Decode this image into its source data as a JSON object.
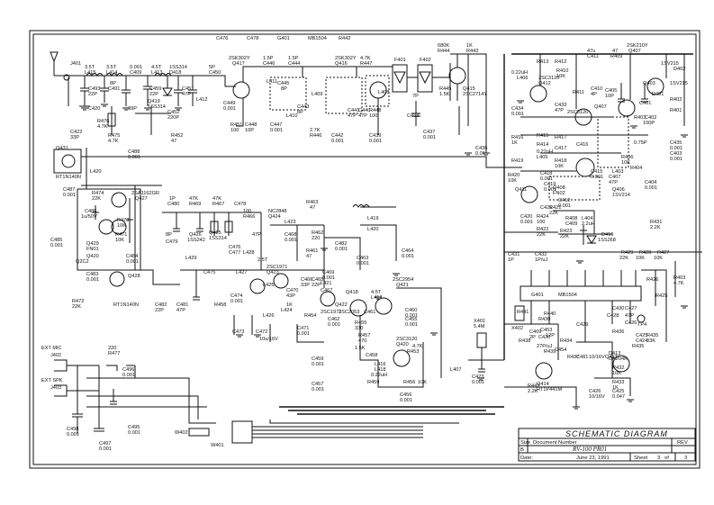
{
  "title_block": {
    "title": "SCHEMATIC DIAGRAM",
    "size_label": "Size",
    "size_value": "B",
    "document_number_label": "Document Number",
    "document_number_value": "RV-100  PR01",
    "rev_label": "REV",
    "date_label": "Date:",
    "date_value": "June 23, 1991",
    "sheet_label": "Sheet",
    "sheet_value": "3",
    "sheet_of": "of",
    "sheet_total": "3"
  },
  "connectors": {
    "ext_mic_label": "EXT MIC",
    "ext_mic_ref": "J402",
    "ext_spk_label": "EXT SPK",
    "ext_spk_ref": "J403",
    "antenna_jack": "J401",
    "w402": "W402",
    "w401": "W401"
  },
  "labels": [
    "J401",
    "3.5T",
    "L415",
    "3.5T",
    "L414",
    "0.001",
    "C409",
    "4.5T",
    "L413",
    "1SS314",
    "D418",
    "5P",
    "C450",
    "2SK302Y",
    "Q417",
    "1.5P",
    "C446",
    "1.5P",
    "C444",
    "2SK302Y",
    "Q416",
    "4.7K",
    "R447",
    "F401",
    "F402",
    "680K",
    "R444",
    "1K",
    "R443",
    "R445",
    "1.5K",
    "Q415",
    "2SC2714Y",
    "C493",
    "22P",
    "8P",
    "C491",
    "C459",
    "22P",
    "C451",
    "47P",
    "L412",
    "C452",
    "220P",
    "C420",
    "39P",
    "R476",
    "4.7K",
    "C422",
    "33P",
    "R475",
    "4.7K",
    "R452",
    "47",
    "C449",
    "0.001",
    "C448",
    "10P",
    "R451",
    "100",
    "C445",
    "8P",
    "C447",
    "0.001",
    "L411",
    "L410",
    "C443",
    "8P",
    "L409",
    "2.7K",
    "R446",
    "C442",
    "0.001",
    "C441",
    "47P",
    "C440",
    "47P",
    "L408",
    "R448",
    "100",
    "C439",
    "0.001",
    "C438",
    "C437",
    "0.001",
    "C436",
    "0.01",
    "7P",
    "Q419",
    "1SS314",
    "Q431",
    "RT1N140N",
    "C488",
    "0.001",
    "L420",
    "C487",
    "0.001",
    "R474",
    "22K",
    "2SA1162GR",
    "Q427",
    "C486",
    "1u/50V",
    "R473",
    "10K",
    "C485",
    "0.001",
    "Q429",
    "FN01",
    "Q420",
    "Q2C2",
    "R471",
    "10K",
    "C484",
    "0.001",
    "C483",
    "0.001",
    "R472",
    "22K",
    "Q428",
    "RT1N140N",
    "C482",
    "22P",
    "C481",
    "47P",
    "1P",
    "C480",
    "47K",
    "R469",
    "47K",
    "R467",
    "C478",
    "C479",
    "8P",
    "Q426",
    "1SS242",
    "Q425",
    "1SS314",
    "L429",
    "C476",
    "C477",
    "L428",
    "100",
    "R466",
    "NC2848",
    "Q424",
    "2SC1971",
    "Q423",
    "2.5T",
    "L423",
    "L419",
    "L420",
    "R462",
    "220",
    "C482",
    "0.001",
    "C468",
    "0.001",
    "C476",
    "C478",
    "47P",
    "C475",
    "L427",
    "L425",
    "L426",
    "C474",
    "0.001",
    "C473",
    "C472",
    "C471",
    "0.001",
    "10u/16V",
    "R463",
    "47",
    "C469",
    "0.001",
    "R461",
    "47",
    "C470",
    "43P",
    "L424",
    "1K",
    "R458",
    "C467",
    "C466",
    "33P",
    "L421",
    "C465",
    "22P",
    "2SC1971",
    "Q422",
    "C464",
    "0.001",
    "C463",
    "0.001",
    "Q418",
    "2SC2053",
    "C462",
    "0.001",
    "Q421",
    "2SC2954",
    "4.5T",
    "L417",
    "C461",
    "C460",
    "0.001",
    "R454",
    "R455",
    "330",
    "R457",
    "470",
    "1.5K",
    "C458",
    "2SC3120",
    "Q420",
    "R453",
    "4.7K",
    "C459",
    "0.001",
    "C457",
    "0.001",
    "L416",
    "L418",
    "C456",
    "0.001",
    "R459",
    "0.22uH",
    "10K",
    "R456",
    "C455",
    "0.001",
    "L407",
    "220",
    "R477",
    "C496",
    "0.001",
    "C498",
    "0.001",
    "C497",
    "0.001",
    "C495",
    "0.001",
    "X401",
    "5.4M",
    "C423",
    "0.001",
    "R413",
    "R412",
    "47u",
    "C411",
    "47",
    "R409",
    "2SK210Y",
    "Q407",
    "1SV215",
    "D402",
    "C405",
    "10P",
    "0.22uH",
    "L406",
    "2SC3120",
    "Q412",
    "Q403",
    "D401",
    "1SV215",
    "R402",
    "R401",
    "C435",
    "0.001",
    "R416",
    "1K",
    "C434",
    "0.001",
    "C433",
    "47P",
    "R411",
    "C410",
    "4P",
    "2SC3120",
    "Q407",
    "R414",
    "C418",
    "0.001",
    "C417",
    "C416",
    "C415",
    "0.001",
    "R418",
    "10K",
    "Q408",
    "FN02",
    "L404",
    "2.2uH",
    "R406",
    "10K",
    "C404",
    "0.001",
    "R420",
    "10K",
    "R419",
    "R415",
    "R417",
    "C419",
    "0.001",
    "L405",
    "0.22uH",
    "C421",
    "C420",
    "0.001",
    "Q411",
    "R424",
    "100",
    "L403",
    "R403",
    "0.75P",
    "C402",
    "100P",
    "C403",
    "0.001",
    "R404",
    "C401",
    "C407",
    "47P",
    "Q406",
    "1SV214",
    "C412",
    "0.001",
    "R410",
    "10K",
    "D410",
    "1SS268",
    "R431",
    "2.2K",
    "R408",
    "C409",
    "C431",
    "1P",
    "C432",
    "1P/uJ",
    "R423",
    "22K",
    "R421",
    "22K",
    "R422",
    "22K",
    "R429",
    "22K",
    "R428",
    "10K",
    "R427",
    "10K",
    "R426",
    "R425",
    "G401",
    "MB1504",
    "R403",
    "4.7K",
    "C430",
    "C429",
    "C428",
    "47P",
    "C427",
    "C426",
    "C425",
    "C424",
    "C430",
    "R430",
    "R435",
    "R434",
    "R436",
    "R437",
    "R439",
    "X402",
    "C453",
    "27P/uJ",
    "C454",
    "R442",
    "2.2K",
    "Q414",
    "RT1P441M",
    "C481",
    "10/16V",
    "D413",
    "DA204K",
    "R432",
    "10K",
    "R433",
    "1K",
    "C426",
    "10/16V",
    "C425",
    "0.047",
    "Q413",
    "R441",
    "R438",
    "12P",
    "C409",
    "2P",
    "R440",
    "TP4",
    "R435",
    "33K",
    "R442"
  ]
}
